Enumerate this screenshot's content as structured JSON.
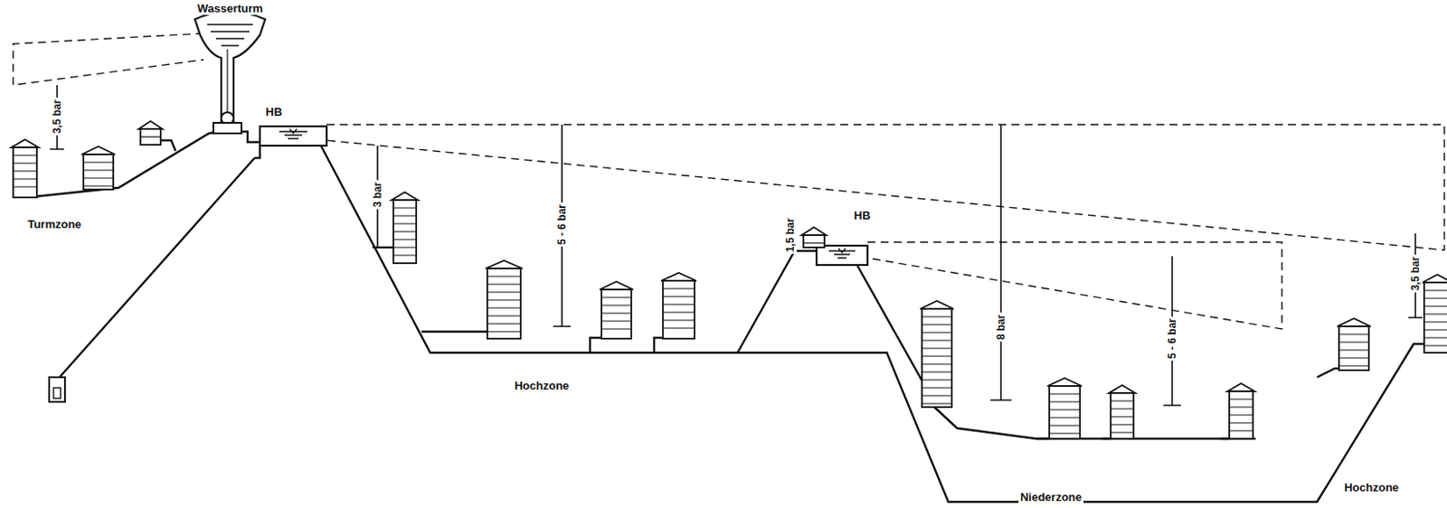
{
  "diagram": {
    "labels": [
      "Wasserturm",
      "3,5 bar",
      "Turmzone",
      "HB",
      "3 bar",
      "5 - 6 bar",
      "1,5 bar",
      "HB",
      "Hochzone",
      "8 bar",
      "5 - 6 bar",
      "Niederzone",
      "3,5 bar",
      "Hochzone"
    ]
  }
}
